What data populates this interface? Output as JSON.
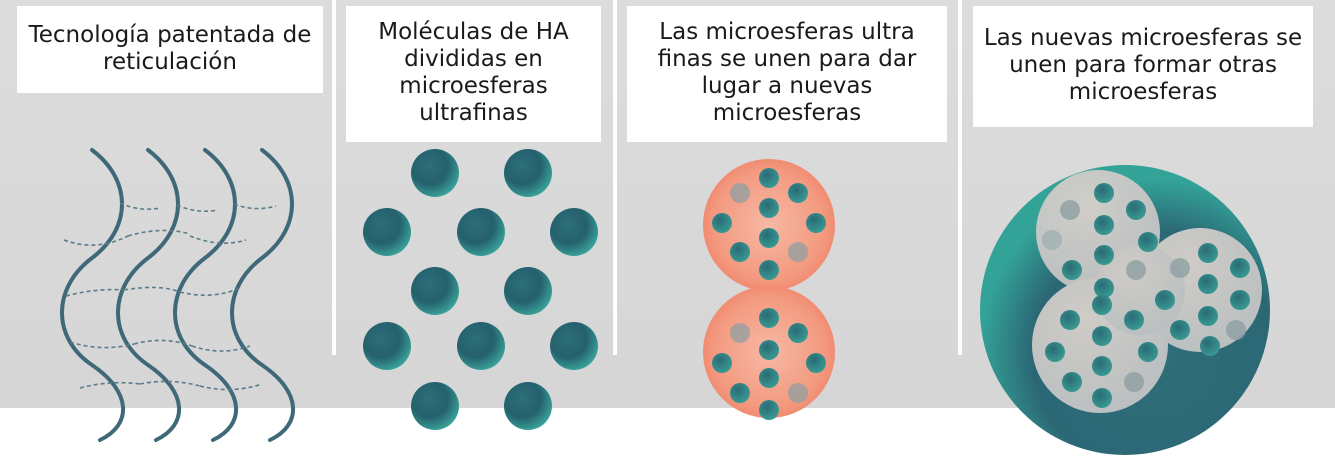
{
  "panels": [
    {
      "label": "Tecnología patentada de reticulación"
    },
    {
      "label": "Moléculas de HA divididas en microesferas ultrafinas"
    },
    {
      "label": "Las microesferas ultra finas se unen para dar lugar a nuevas microesferas"
    },
    {
      "label": "Las nuevas microesferas se unen para formar otras microesferas"
    }
  ],
  "colors": {
    "background": "#d8d8d8",
    "strand": "#3f6878",
    "sphere": "#2f6f78",
    "sphere_highlight": "#3aa79c",
    "microsphere_shell": "#f08f74",
    "cluster_shell": "#2e6876",
    "cluster_body": "#c9c7c5"
  }
}
